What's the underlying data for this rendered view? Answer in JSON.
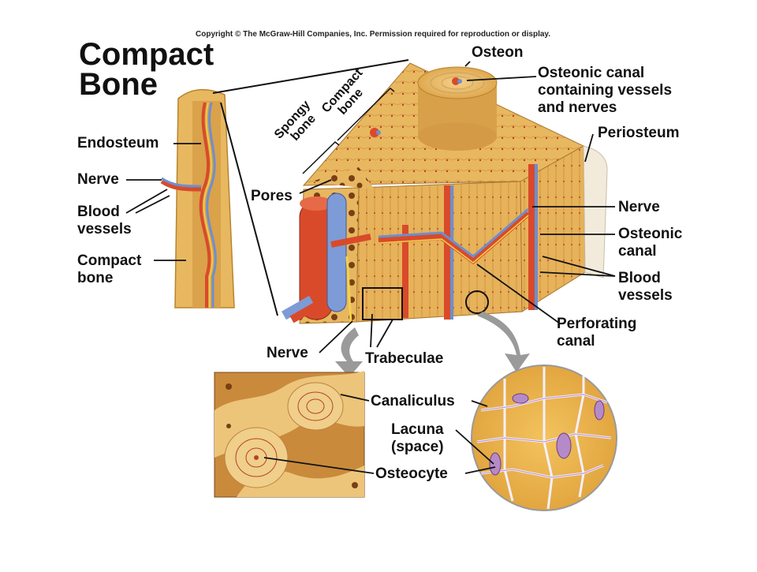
{
  "copyright": "Copyright © The McGraw-Hill Companies, Inc. Permission required for reproduction or display.",
  "title_line1": "Compact",
  "title_line2": "Bone",
  "labels": {
    "endosteum": "Endosteum",
    "nerve_left": "Nerve",
    "blood_vessels_left_1": "Blood",
    "blood_vessels_left_2": "vessels",
    "compact_bone_left_1": "Compact",
    "compact_bone_left_2": "bone",
    "spongy_bone_1": "Spongy",
    "spongy_bone_2": "bone",
    "compact_bone_top_1": "Compact",
    "compact_bone_top_2": "bone",
    "pores": "Pores",
    "osteon": "Osteon",
    "osteonic_canal_vessels_1": "Osteonic canal",
    "osteonic_canal_vessels_2": "containing vessels",
    "osteonic_canal_vessels_3": "and nerves",
    "periosteum": "Periosteum",
    "nerve_right": "Nerve",
    "osteonic_canal_1": "Osteonic",
    "osteonic_canal_2": "canal",
    "blood_vessels_right_1": "Blood",
    "blood_vessels_right_2": "vessels",
    "perforating_canal_1": "Perforating",
    "perforating_canal_2": "canal",
    "nerve_bottom": "Nerve",
    "trabeculae": "Trabeculae",
    "canaliculus": "Canaliculus",
    "lacuna_1": "Lacuna",
    "lacuna_2": "(space)",
    "osteocyte": "Osteocyte"
  },
  "colors": {
    "bone": "#e8b860",
    "bone_dark": "#c8893a",
    "bone_light": "#f3d28a",
    "artery": "#d94a2a",
    "vein": "#6d8fcf",
    "nerve": "#f2d24a",
    "lacuna": "#b58ac8"
  }
}
